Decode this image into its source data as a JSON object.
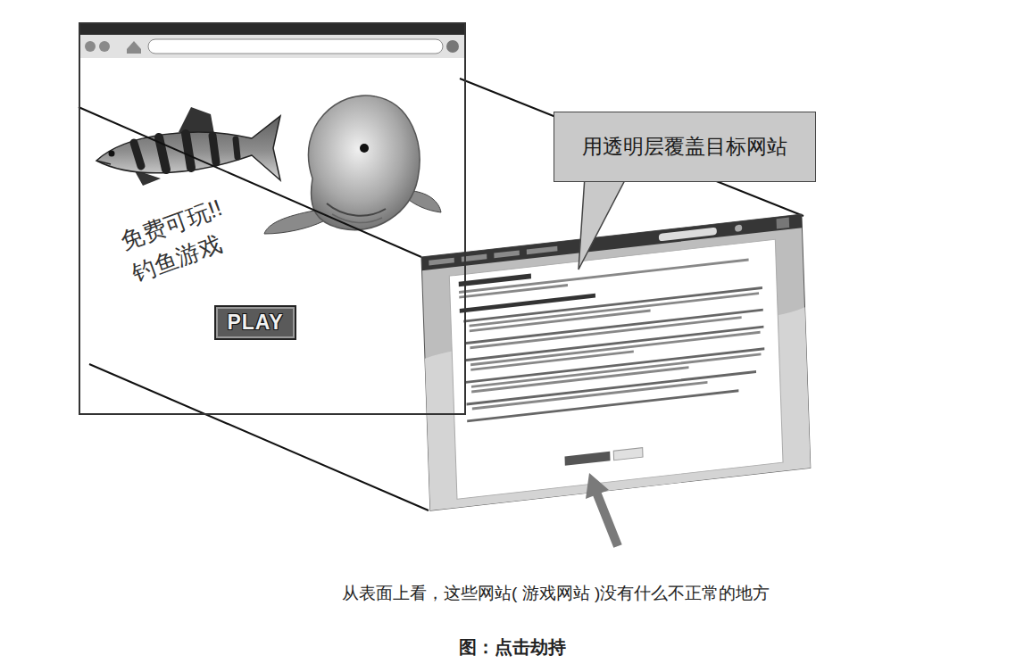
{
  "diagram": {
    "caption": "图：点击劫持",
    "nodes": [
      {
        "text": [
          "免费可玩!! 钓鱼游戏"
        ]
      },
      {
        "text": [
          "PLAY"
        ],
        "in": 0
      },
      {
        "text": [
          "用透明层覆盖目标网站"
        ]
      }
    ],
    "labels": [
      "从表面上看，这些网站( 游戏网站 )没有什么不正常的地方"
    ]
  }
}
